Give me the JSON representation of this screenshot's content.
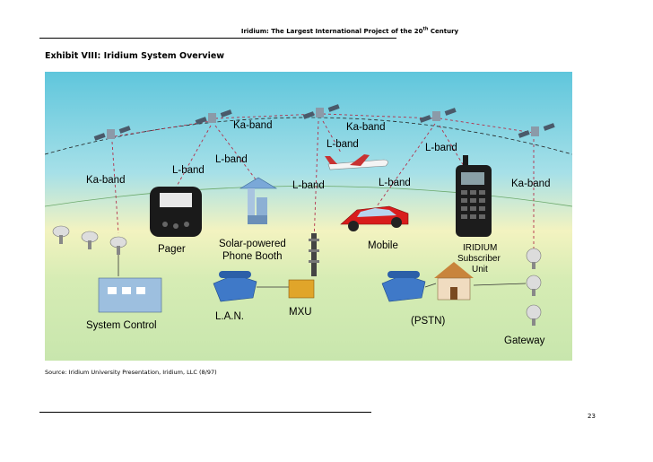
{
  "header": {
    "title_pre": "Iridium: The Largest International Project of the 20",
    "title_sup": "th",
    "title_post": " Century"
  },
  "exhibit_title": "Exhibit VIII:  Iridium System Overview",
  "diagram": {
    "band_labels": {
      "ka1": "Ka-band",
      "ka2": "Ka-band",
      "ka3": "Ka-band",
      "ka4": "Ka-band",
      "l1": "L-band",
      "l2": "L-band",
      "l3": "L-band",
      "l4": "L-band",
      "l5": "L-band",
      "l6": "L-band"
    },
    "node_labels": {
      "pager": "Pager",
      "solar_line1": "Solar-powered",
      "solar_line2": "Phone Booth",
      "mobile": "Mobile",
      "subscriber_line1": "IRIDIUM",
      "subscriber_line2": "Subscriber",
      "subscriber_line3": "Unit",
      "system_control": "System Control",
      "lan": "L.A.N.",
      "mxu": "MXU",
      "pstn": "(PSTN)",
      "gateway": "Gateway"
    }
  },
  "source": "Source: Iridium University Presentation, Iridium, LLC (8/97)",
  "page_number": "23"
}
